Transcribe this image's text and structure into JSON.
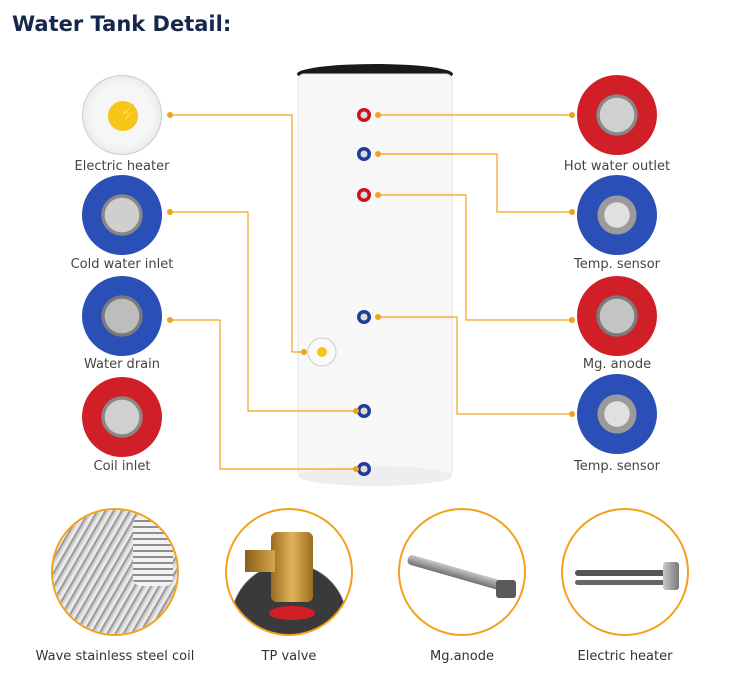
{
  "title": "Water Tank Detail:",
  "left_labels": [
    "Electric heater",
    "Cold water inlet",
    "Water drain",
    "Coil inlet"
  ],
  "right_labels": [
    "Hot water outlet",
    "Temp. sensor",
    "Mg. anode",
    "Temp. sensor"
  ],
  "bottom_labels": [
    "Wave stainless steel coil",
    "TP valve",
    "Mg.anode",
    "Electric heater"
  ],
  "accent_color": "#f0a21a",
  "red_color": "#c8141e",
  "blue_color": "#1e3c9a"
}
